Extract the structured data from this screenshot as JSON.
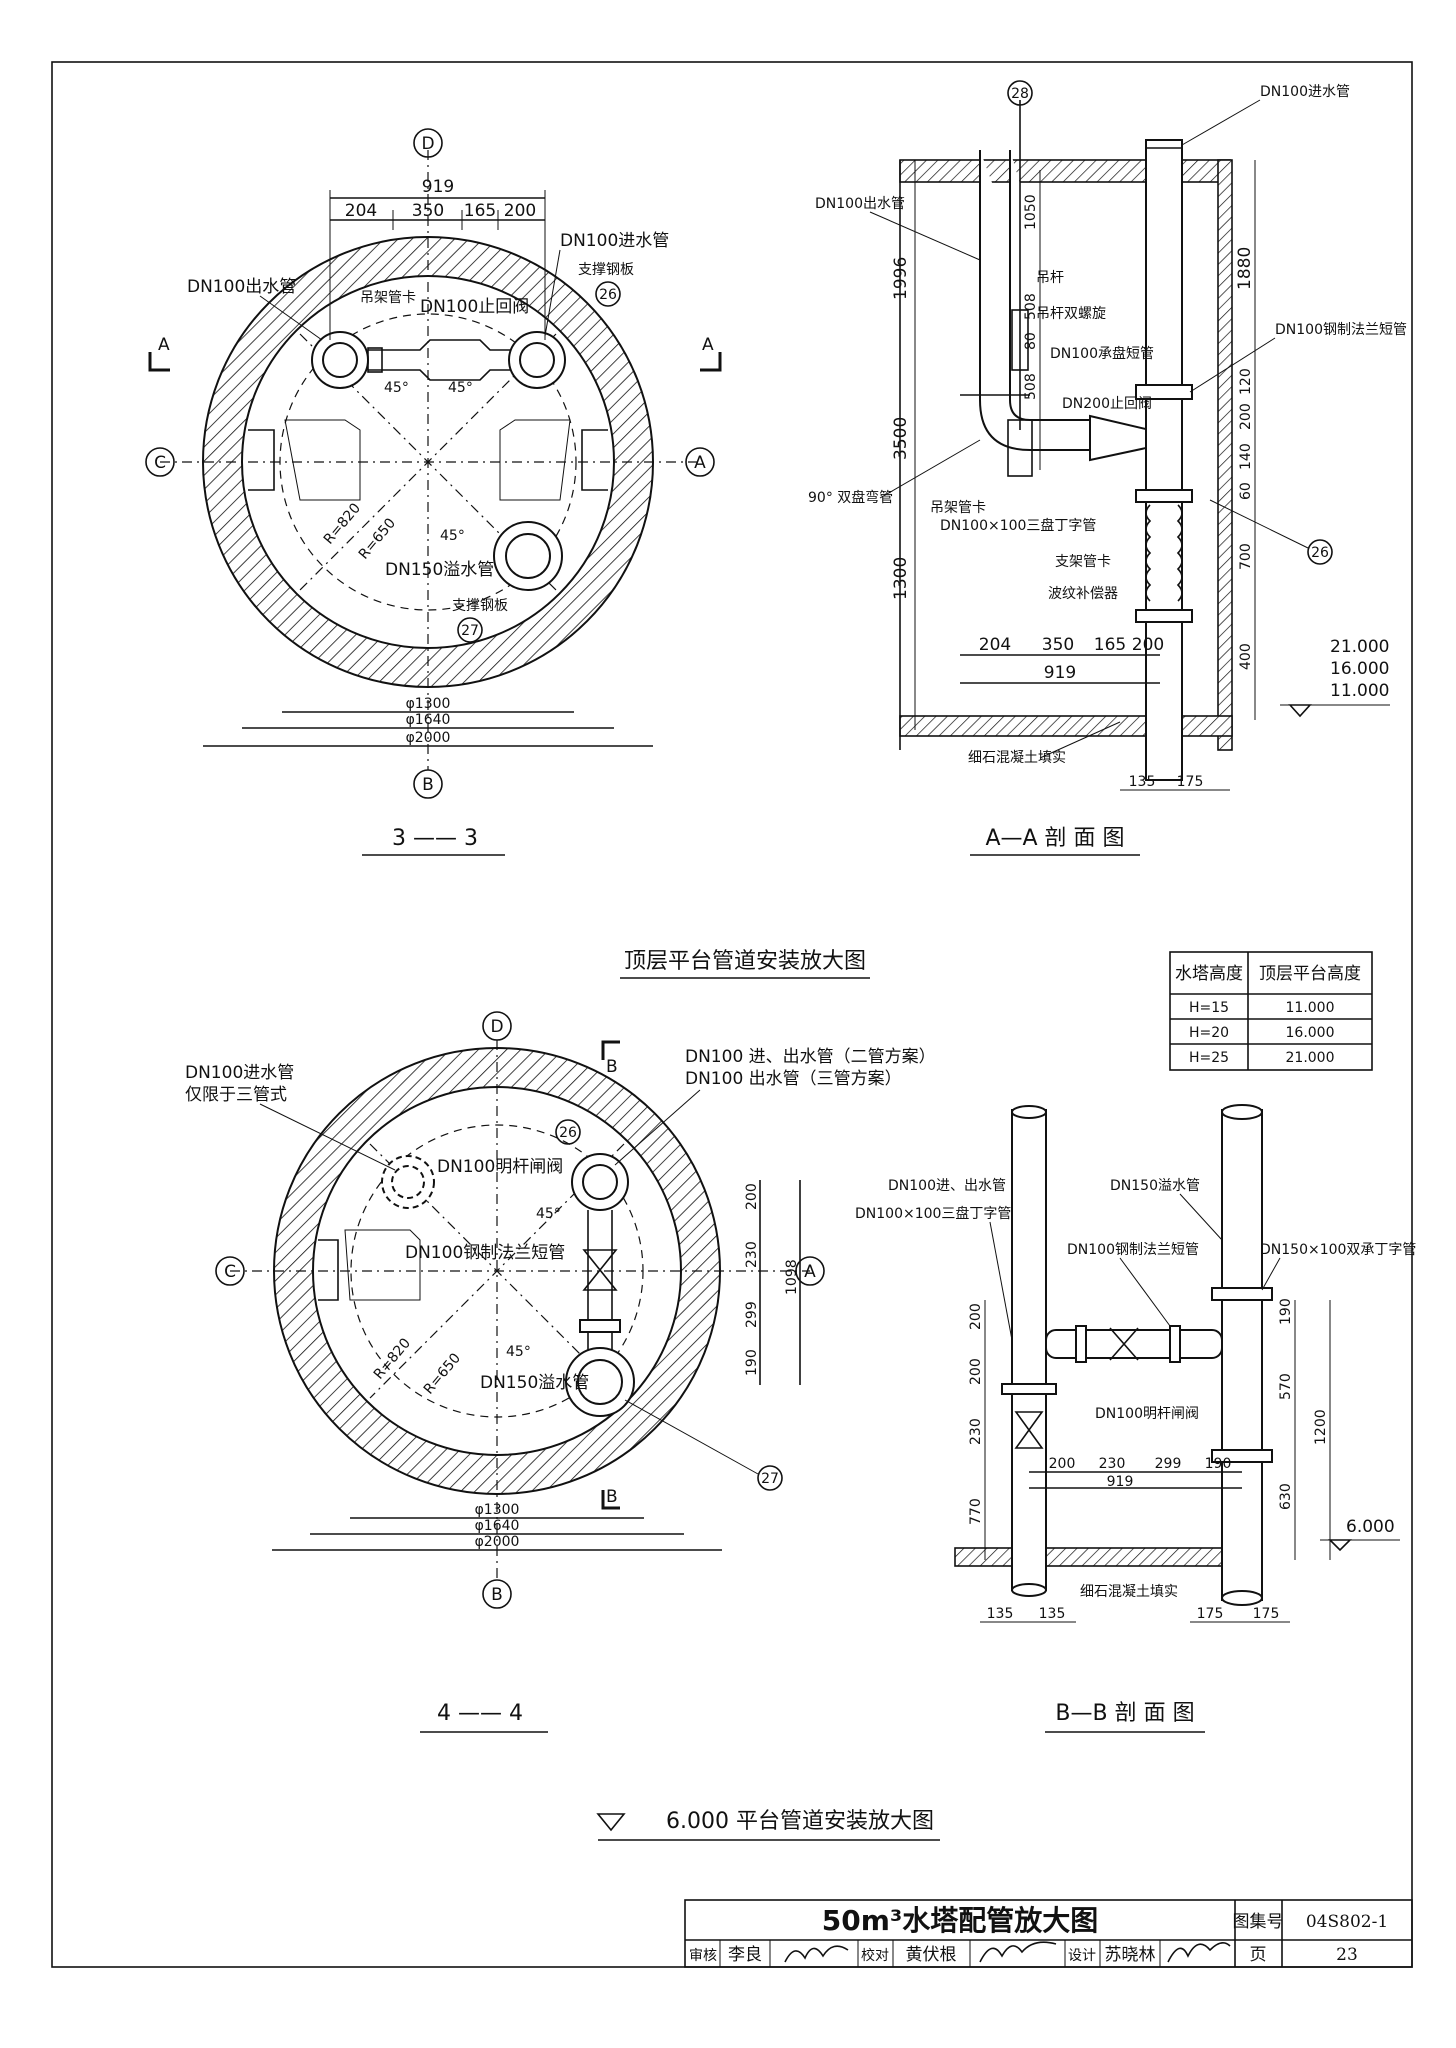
{
  "sheet": {
    "title": "50m³水塔配管放大图",
    "atlas_label": "图集号",
    "atlas_no": "04S802-1",
    "page_label": "页",
    "page_no": "23",
    "review_label": "审核",
    "reviewer": "李良",
    "check_label": "校对",
    "checker": "黄伏根",
    "design_label": "设计",
    "designer": "苏晓林"
  },
  "top_group_title": "顶层平台管道安装放大图",
  "bottom_group_title": "6.000 平台管道安装放大图",
  "section33": {
    "caption": "3 —— 3",
    "axis": {
      "top": "D",
      "bottom": "B",
      "left": "C",
      "right": "A"
    },
    "cut_left": "A",
    "cut_right": "A",
    "dims_top": [
      "919",
      "204",
      "350",
      "165",
      "200"
    ],
    "diameters": [
      "φ1300",
      "φ1640",
      "φ2000"
    ],
    "labels": {
      "inlet": "DN100进水管",
      "outlet": "DN100出水管",
      "hanger": "吊架管卡",
      "check_valve": "DN100止回阀",
      "support_plate_top": "支撑钢板",
      "support_plate_bottom": "支撑钢板",
      "overflow": "DN150溢水管",
      "r820": "R=820",
      "r650": "R=650",
      "ang1": "45°",
      "ang2": "45°",
      "ang3": "45°",
      "ref26": "26",
      "ref27": "27"
    }
  },
  "sectionAA": {
    "caption": "A—A 剖 面 图",
    "labels": {
      "ref28": "28",
      "inlet": "DN100进水管",
      "outlet": "DN100出水管",
      "rod": "吊杆",
      "turnbuckle": "吊杆双螺旋",
      "socket": "DN100承盘短管",
      "steel_flange": "DN100钢制法兰短管",
      "check_valve": "DN200止回阀",
      "bend": "90° 双盘弯管",
      "hanger": "吊架管卡",
      "tee": "DN100×100三盘丁字管",
      "support": "支架管卡",
      "bellows": "波纹补偿器",
      "fill": "细石混凝土填实",
      "ref26": "26"
    },
    "dims_left": [
      "1996",
      "3500",
      "1300"
    ],
    "dims_mid": [
      "1050",
      "508",
      "80",
      "508"
    ],
    "dims_right": [
      "1880",
      "120",
      "200",
      "140",
      "60",
      "700",
      "400"
    ],
    "dims_bottom": [
      "204",
      "350",
      "165",
      "200",
      "919"
    ],
    "dims_base": [
      "135",
      "175"
    ],
    "levels": [
      "21.000",
      "16.000",
      "11.000"
    ]
  },
  "height_table": {
    "headers": [
      "水塔高度",
      "顶层平台高度"
    ],
    "rows": [
      [
        "H=15",
        "11.000"
      ],
      [
        "H=20",
        "16.000"
      ],
      [
        "H=25",
        "21.000"
      ]
    ]
  },
  "section44": {
    "caption": "4 —— 4",
    "axis": {
      "top": "D",
      "bottom": "B",
      "left": "C",
      "right": "A"
    },
    "cut_top": "B",
    "cut_bottom": "B",
    "diameters": [
      "φ1300",
      "φ1640",
      "φ2000"
    ],
    "dims_right": [
      "200",
      "230",
      "299",
      "190",
      "1098"
    ],
    "labels": {
      "inlet": "DN100进水管",
      "inlet_note": "仅限于三管式",
      "io_two": "DN100 进、出水管（二管方案）",
      "out_three": "DN100 出水管（三管方案）",
      "gate_valve": "DN100明杆闸阀",
      "steel_flange": "DN100钢制法兰短管",
      "overflow": "DN150溢水管",
      "r820": "R=820",
      "r650": "R=650",
      "ang1": "45°",
      "ang2": "45°",
      "ref26": "26",
      "ref27": "27"
    }
  },
  "sectionBB": {
    "caption": "B—B 剖 面 图",
    "labels": {
      "io": "DN100进、出水管",
      "tee": "DN100×100三盘丁字管",
      "overflow": "DN150溢水管",
      "steel_flange": "DN100钢制法兰短管",
      "socket_tee": "DN150×100双承丁字管",
      "gate_valve": "DN100明杆闸阀",
      "fill": "细石混凝土填实"
    },
    "dims_left": [
      "200",
      "200",
      "230",
      "770"
    ],
    "dims_right": [
      "190",
      "570",
      "630",
      "1200"
    ],
    "dims_mid": [
      "200",
      "230",
      "299",
      "190",
      "919"
    ],
    "dims_base": [
      "135",
      "135",
      "175",
      "175"
    ],
    "level": "6.000"
  }
}
